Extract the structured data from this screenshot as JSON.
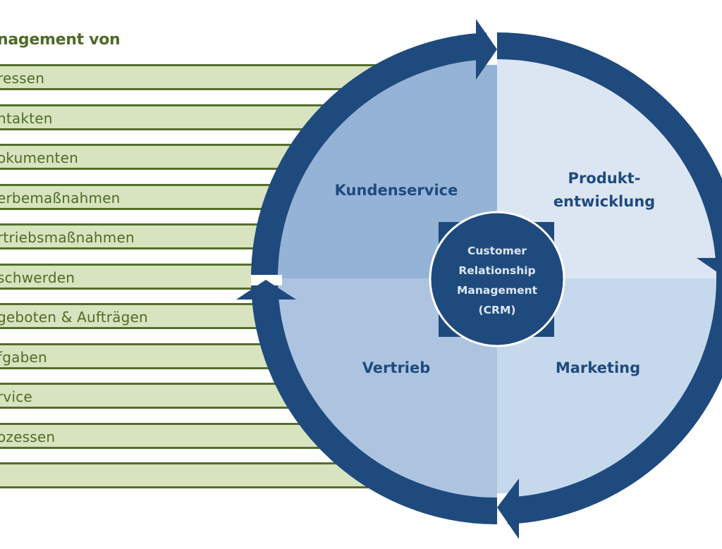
{
  "left_panel": {
    "heading": "nagement von",
    "items": [
      {
        "label": "ressen"
      },
      {
        "label": "ntakten"
      },
      {
        "label": "okumenten"
      },
      {
        "label": "erbemaßnahmen"
      },
      {
        "label": "rtriebsmaßnahmen"
      },
      {
        "label": "schwerden"
      },
      {
        "label": "geboten & Aufträgen"
      },
      {
        "label": "fgaben"
      },
      {
        "label": "rvice"
      },
      {
        "label": "ozessen"
      },
      {
        "label": ""
      }
    ]
  },
  "cycle": {
    "quadrants": {
      "top_left": {
        "label": "Kundenservice"
      },
      "top_right": {
        "line1": "Produkt-",
        "line2": "entwicklung"
      },
      "bottom_left": {
        "label": "Vertrieb"
      },
      "bottom_right": {
        "label": "Marketing"
      }
    },
    "center": {
      "line1": "Customer",
      "line2": "Relationship",
      "line3": "Management",
      "line4": "(CRM)"
    },
    "arrow_icons": [
      "arrow-top-right-icon",
      "arrow-right-down-icon",
      "arrow-bottom-left-icon",
      "arrow-left-up-icon"
    ]
  },
  "colors": {
    "ring": "#1f4a7e",
    "quadrant_top_left": "#95b3d7",
    "quadrant_top_right": "#dce6f2",
    "quadrant_bottom_left": "#adc4e1",
    "quadrant_bottom_right": "#c6d9ec",
    "center": "#1f4a7e",
    "bar_fill": "#d8e4bf",
    "bar_border": "#566d2c",
    "green_text": "#4f6b28"
  }
}
